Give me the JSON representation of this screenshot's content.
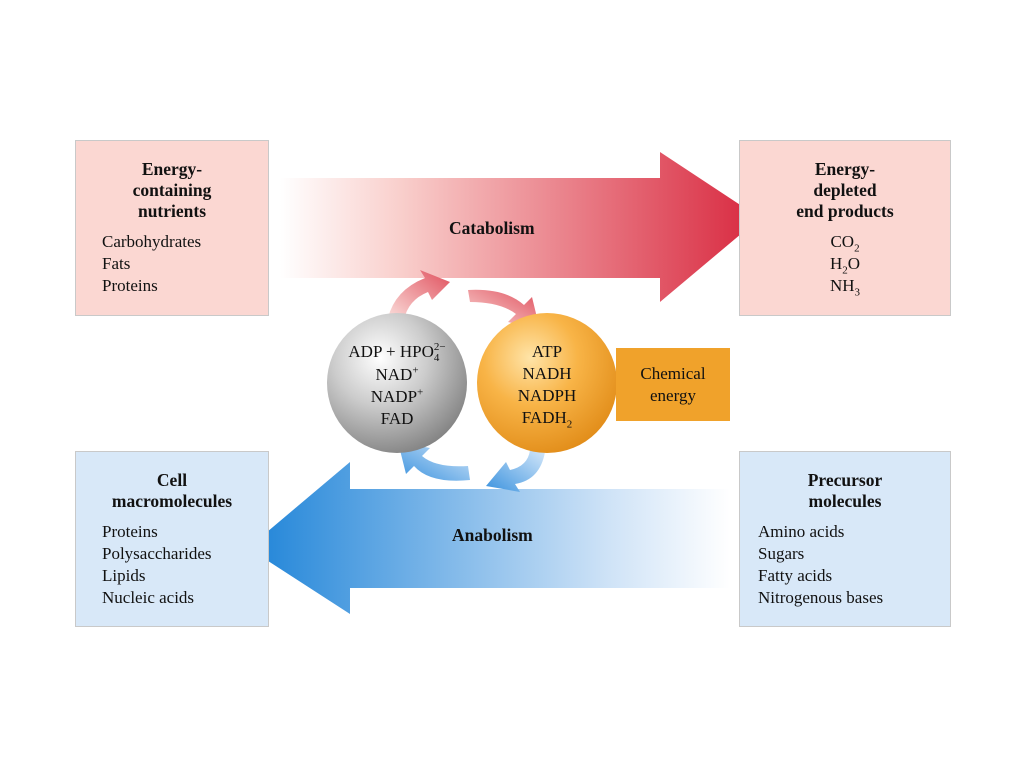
{
  "colors": {
    "catabolism_arrow": "#d8283f",
    "anabolism_arrow": "#1f84d8",
    "nutrient_box": "#fbd7d2",
    "macromolecule_box": "#d8e8f8",
    "chemical_energy_box": "#f0a22b",
    "grey_sphere": "#9a9a9a",
    "orange_sphere": "#f4a531"
  },
  "catabolism": {
    "label": "Catabolism",
    "source": {
      "title": [
        "Energy-",
        "containing",
        "nutrients"
      ],
      "items": [
        "Carbohydrates",
        "Fats",
        "Proteins"
      ]
    },
    "products": {
      "title": [
        "Energy-",
        "depleted",
        "end products"
      ],
      "items": [
        {
          "base": "CO",
          "sub": "2",
          "tail": ""
        },
        {
          "base": "H",
          "sub": "2",
          "tail": "O"
        },
        {
          "base": "NH",
          "sub": "3",
          "tail": ""
        }
      ]
    }
  },
  "anabolism": {
    "label": "Anabolism",
    "products": {
      "title": [
        "Cell",
        "macromolecules"
      ],
      "items": [
        "Proteins",
        "Polysaccharides",
        "Lipids",
        "Nucleic acids"
      ]
    },
    "precursors": {
      "title": [
        "Precursor",
        "molecules"
      ],
      "items": [
        "Amino acids",
        "Sugars",
        "Fatty acids",
        "Nitrogenous bases"
      ]
    }
  },
  "cycle": {
    "depleted": {
      "adp_line": {
        "base": "ADP + HPO",
        "sup": "2−",
        "sub": "4"
      },
      "nad": {
        "base": "NAD",
        "sup": "+"
      },
      "nadp": {
        "base": "NADP",
        "sup": "+"
      },
      "fad": "FAD"
    },
    "charged": {
      "atp": "ATP",
      "nadh": "NADH",
      "nadph": "NADPH",
      "fadh2": {
        "base": "FADH",
        "sub": "2"
      }
    }
  },
  "chemical_energy": [
    "Chemical",
    "energy"
  ]
}
